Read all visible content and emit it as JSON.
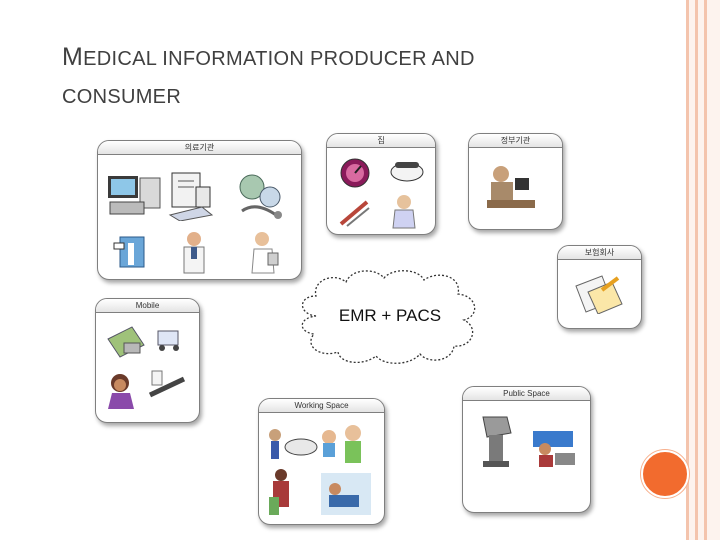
{
  "slide": {
    "title_cap": "M",
    "title_line1": "EDICAL INFORMATION PRODUCER AND",
    "title_line2": "CONSUMER"
  },
  "groups": {
    "medical_institution": "의료기관",
    "home": "집",
    "government": "정부기관",
    "insurance": "보험회사",
    "mobile": "Mobile",
    "working_space": "Working Space",
    "public_space": "Public Space"
  },
  "center": {
    "label": "EMR + PACS"
  },
  "colors": {
    "accent": "#f26b2e",
    "border_band": "#f4c4ad"
  },
  "icons": [
    "computer-workstation-icon",
    "medical-chart-icon",
    "stethoscope-icon",
    "xray-film-icon",
    "medicine-pill-icon",
    "doctor-icon",
    "nurse-icon",
    "clock-icon",
    "telephone-icon",
    "kitchen-items-icon",
    "patient-icon",
    "office-worker-icon",
    "documents-icon",
    "medical-machine-icon",
    "car-icon",
    "woman-on-phone-icon",
    "cellphone-icon",
    "people-group-icon",
    "family-icon",
    "kiosk-icon",
    "service-counter-icon"
  ]
}
